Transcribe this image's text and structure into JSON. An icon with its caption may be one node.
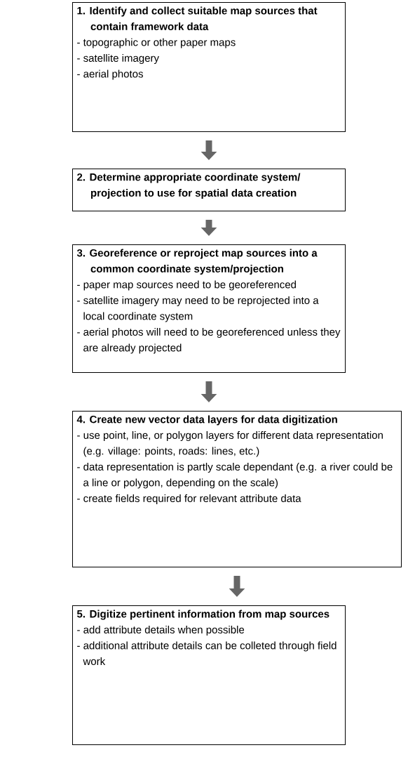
{
  "diagram": {
    "nodes": [
      {
        "text": [
          "1. Identify and collect suitable map sources that contain framework data",
          "- topographic or other paper maps",
          "- satellite imagery",
          "- aerial photos"
        ]
      },
      {
        "text": [
          "2. Determine appropriate coordinate system/ projection to use for spatial data creation"
        ]
      },
      {
        "text": [
          "3. Georeference or reproject map sources into a common coordinate system/projection",
          "- paper map sources need to be georeferenced",
          "- satellite imagery may need to be reprojected into a local coordinate system",
          "- aerial photos will need to be georeferenced unless they are already projected"
        ]
      },
      {
        "text": [
          "4. Create new vector data layers for data digitization",
          "- use point, line, or polygon layers for different data representation (e.g. village: points, roads: lines, etc.)",
          "- data representation is partly scale dependant (e.g. a river could be a line or polygon, depending on the scale)",
          "- create fields required for relevant attribute data"
        ]
      },
      {
        "text": [
          "5. Digitize pertinent information from map sources",
          "- add attribute details when possible",
          "- additional attribute details can be colleted through field work"
        ]
      }
    ],
    "edges": [
      {
        "from": 0,
        "to": 1,
        "arrow": "to"
      },
      {
        "from": 1,
        "to": 2,
        "arrow": "to"
      },
      {
        "from": 2,
        "to": 3,
        "arrow": "to"
      },
      {
        "from": 3,
        "to": 4,
        "arrow": "to"
      }
    ]
  }
}
